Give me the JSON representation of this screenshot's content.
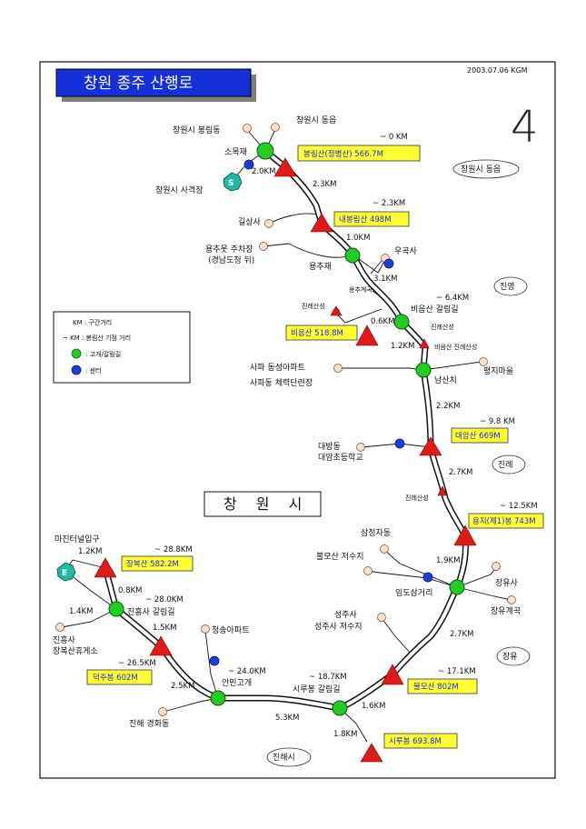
{
  "title": "창원 종주 산행로",
  "date": "2003.07.06 KGM",
  "sheet_number": "4",
  "city_label": "창 원 시",
  "colors": {
    "title_bg": "#1530d8",
    "peak_box": "#ffff33",
    "peak_text": "#1a2bd6",
    "pass_node": "#22cc22",
    "center_node": "#1e3cd8",
    "peak": "#e01a1a",
    "place_node": "#ffe0c8"
  },
  "legend": {
    "items": [
      {
        "symbol": "KM",
        "text": "KM : 구간거리"
      },
      {
        "symbol": "~KM",
        "text": "~ KM : 봉림산 기점 거리"
      },
      {
        "symbol": "pass",
        "text": ": 고개/갈림길"
      },
      {
        "symbol": "center",
        "text": ": 센터"
      }
    ]
  },
  "regions": [
    "창원시 동읍",
    "진영",
    "진례",
    "장유",
    "진해시"
  ],
  "peaks": [
    {
      "name": "봉림산(정병산) 566.7M",
      "cum": "~ 0 KM"
    },
    {
      "name": "내봉림산 498M",
      "cum": "~ 2.3KM"
    },
    {
      "name": "비음산 518.8M",
      "cum": ""
    },
    {
      "name": "대암산 669M",
      "cum": "~ 9.8 KM"
    },
    {
      "name": "용지(제1)봉 743M",
      "cum": "~ 12.5KM"
    },
    {
      "name": "불모산 802M",
      "cum": "~ 17.1KM"
    },
    {
      "name": "시루봉 693.8M",
      "cum": ""
    },
    {
      "name": "덕주봉 602M",
      "cum": "~ 26.5KM"
    },
    {
      "name": "장복산 582.2M",
      "cum": "~ 28.8KM"
    }
  ],
  "passes": [
    {
      "name": "소목재"
    },
    {
      "name": "용추재"
    },
    {
      "name": "비음산 갈림길",
      "cum": "~ 6.4KM"
    },
    {
      "name": "남산치"
    },
    {
      "name": "임도삼거리"
    },
    {
      "name": "시루봉 갈림길",
      "cum": "~ 18.7KM"
    },
    {
      "name": "안민고개",
      "cum": "~ 24.0KM"
    },
    {
      "name": "진흥사 갈림길",
      "cum": "~ 28.0KM"
    }
  ],
  "places": [
    "창원시 봉림동",
    "창원시 동읍",
    "창원시 사격장",
    "길상사",
    "용추못 주차장",
    "(경남도청 뒤)",
    "우곡사",
    "용추계곡",
    "진례산성",
    "진례산성",
    "비음산 진례산성",
    "사파 동성아파트",
    "사파동 체력단련장",
    "평지마을",
    "대방동",
    "대암초등학교",
    "삼정자동",
    "불모산 저수지",
    "장유사",
    "장유계곡",
    "성주사",
    "성주사 저수지",
    "청송아파트",
    "진해 경화동",
    "마진터널입구",
    "진흥사",
    "장복산휴게소",
    "진례산성"
  ],
  "segments": [
    "2.0KM",
    "2.3KM",
    "1.0KM",
    "3.1KM",
    "0.6KM",
    "1.2KM",
    "2.2KM",
    "2.7KM",
    "1.9KM",
    "2.7KM",
    "1.6KM",
    "1.8KM",
    "5.3KM",
    "2.5KM",
    "1.5KM",
    "0.8KM",
    "1.4KM",
    "1.2KM"
  ],
  "endpoints": {
    "start": "S",
    "end": "E"
  }
}
